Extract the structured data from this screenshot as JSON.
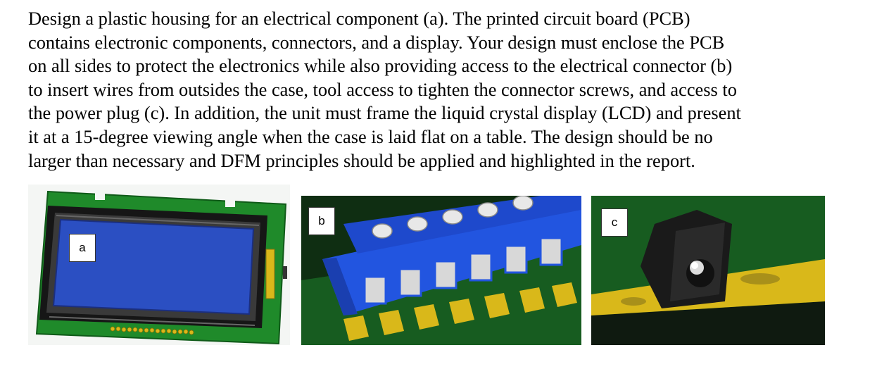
{
  "paragraph_lines": [
    "Design a plastic housing for an electrical component (a). The printed circuit board (PCB)",
    "contains electronic components, connectors, and a display.  Your design must enclose the PCB",
    "on all sides to protect the electronics while also providing access to the electrical connector (b)",
    "to insert wires from outsides the case, tool access to tighten the connector screws, and access to",
    "the power plug (c). In addition, the unit must frame the liquid crystal display (LCD) and present",
    "it at a 15-degree viewing angle when the case is laid flat on a table. The design should be no",
    "larger than necessary and DFM principles should be applied and highlighted in the report."
  ],
  "figures": {
    "a": {
      "label": "a"
    },
    "b": {
      "label": "b"
    },
    "c": {
      "label": "c"
    }
  },
  "colors": {
    "pcb_green": "#1f8a2a",
    "lcd_blue": "#2b4fc2",
    "connector_blue": "#2255e0",
    "pad_gold": "#d9b81a",
    "jack_black": "#1a1a1a"
  }
}
